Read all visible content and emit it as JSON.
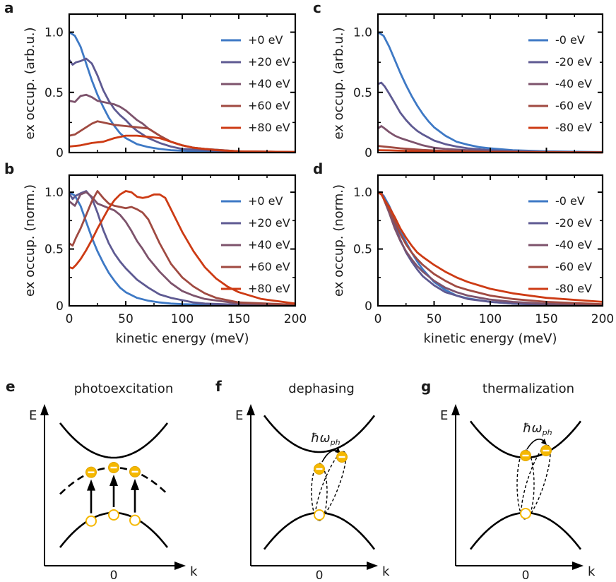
{
  "colors": {
    "s0": "#3e79c5",
    "s1": "#5e5a92",
    "s2": "#7d536c",
    "s3": "#a04a41",
    "s4": "#cd3b14",
    "electron": "#f5b800",
    "hole_stroke": "#f5b800"
  },
  "chart_data": [
    {
      "panel": "a",
      "type": "line",
      "ylabel": "ex occup. (arb.u.)",
      "xlabel": "",
      "xlim": [
        0,
        200
      ],
      "ylim": [
        0,
        1.15
      ],
      "xticks": [],
      "yticks": [
        "0",
        "0.5",
        "1.0"
      ],
      "legend_position": "top-right",
      "series": [
        {
          "name": "+0 eV",
          "x": [
            0,
            5,
            10,
            15,
            20,
            25,
            30,
            35,
            40,
            45,
            50,
            60,
            70,
            80,
            90,
            100,
            120,
            150,
            200
          ],
          "y": [
            1.0,
            0.97,
            0.88,
            0.74,
            0.6,
            0.48,
            0.38,
            0.29,
            0.22,
            0.16,
            0.12,
            0.07,
            0.045,
            0.03,
            0.02,
            0.015,
            0.01,
            0.005,
            0.002
          ]
        },
        {
          "name": "+20 eV",
          "x": [
            0,
            3,
            6,
            10,
            15,
            20,
            25,
            30,
            35,
            40,
            45,
            50,
            55,
            60,
            70,
            80,
            90,
            100,
            120,
            150,
            200
          ],
          "y": [
            0.77,
            0.73,
            0.75,
            0.76,
            0.78,
            0.74,
            0.64,
            0.52,
            0.43,
            0.36,
            0.31,
            0.27,
            0.22,
            0.18,
            0.12,
            0.08,
            0.05,
            0.03,
            0.02,
            0.01,
            0.003
          ]
        },
        {
          "name": "+40 eV",
          "x": [
            0,
            5,
            10,
            15,
            20,
            25,
            30,
            35,
            40,
            45,
            50,
            55,
            60,
            65,
            70,
            80,
            90,
            100,
            110,
            120,
            150,
            200
          ],
          "y": [
            0.43,
            0.42,
            0.47,
            0.48,
            0.46,
            0.43,
            0.42,
            0.41,
            0.4,
            0.38,
            0.35,
            0.31,
            0.27,
            0.24,
            0.2,
            0.14,
            0.09,
            0.06,
            0.04,
            0.03,
            0.01,
            0.004
          ]
        },
        {
          "name": "+60 eV",
          "x": [
            0,
            5,
            10,
            15,
            20,
            25,
            30,
            35,
            40,
            50,
            60,
            70,
            80,
            90,
            100,
            110,
            120,
            150,
            200
          ],
          "y": [
            0.14,
            0.15,
            0.18,
            0.21,
            0.24,
            0.26,
            0.25,
            0.24,
            0.23,
            0.22,
            0.21,
            0.2,
            0.14,
            0.09,
            0.06,
            0.04,
            0.03,
            0.01,
            0.004
          ]
        },
        {
          "name": "+80 eV",
          "x": [
            0,
            10,
            20,
            30,
            40,
            50,
            60,
            70,
            80,
            90,
            100,
            110,
            120,
            130,
            150,
            200
          ],
          "y": [
            0.05,
            0.06,
            0.08,
            0.09,
            0.12,
            0.14,
            0.14,
            0.13,
            0.12,
            0.09,
            0.06,
            0.04,
            0.03,
            0.02,
            0.01,
            0.005
          ]
        }
      ]
    },
    {
      "panel": "b",
      "type": "line",
      "ylabel": "ex occup. (norm.)",
      "xlabel": "kinetic energy (meV)",
      "xlim": [
        0,
        200
      ],
      "ylim": [
        0,
        1.15
      ],
      "xticks": [
        "0",
        "50",
        "100",
        "150",
        "200"
      ],
      "yticks": [
        "0",
        "0.5",
        "1.0"
      ],
      "legend_position": "top-right",
      "series": [
        {
          "name": "+0 eV",
          "x": [
            0,
            5,
            10,
            15,
            20,
            25,
            30,
            35,
            40,
            45,
            50,
            60,
            70,
            80,
            90,
            100,
            120,
            150,
            200
          ],
          "y": [
            1.0,
            0.97,
            0.88,
            0.74,
            0.6,
            0.48,
            0.38,
            0.29,
            0.22,
            0.16,
            0.12,
            0.07,
            0.045,
            0.03,
            0.02,
            0.015,
            0.01,
            0.005,
            0.002
          ]
        },
        {
          "name": "+20 eV",
          "x": [
            0,
            3,
            6,
            10,
            15,
            20,
            25,
            30,
            35,
            40,
            45,
            50,
            60,
            70,
            80,
            90,
            100,
            110,
            120,
            150,
            200
          ],
          "y": [
            0.99,
            0.94,
            0.97,
            0.99,
            1.01,
            0.95,
            0.82,
            0.67,
            0.55,
            0.46,
            0.39,
            0.33,
            0.23,
            0.16,
            0.1,
            0.07,
            0.05,
            0.03,
            0.02,
            0.01,
            0.004
          ]
        },
        {
          "name": "+40 eV",
          "x": [
            0,
            5,
            10,
            15,
            20,
            25,
            30,
            35,
            40,
            45,
            50,
            55,
            60,
            65,
            70,
            80,
            90,
            100,
            110,
            120,
            150,
            200
          ],
          "y": [
            0.92,
            0.88,
            0.98,
            1.0,
            0.96,
            0.9,
            0.88,
            0.86,
            0.84,
            0.8,
            0.74,
            0.66,
            0.57,
            0.5,
            0.42,
            0.3,
            0.2,
            0.13,
            0.09,
            0.06,
            0.02,
            0.006
          ]
        },
        {
          "name": "+60 eV",
          "x": [
            0,
            3,
            6,
            10,
            15,
            20,
            25,
            30,
            35,
            40,
            45,
            50,
            55,
            60,
            65,
            70,
            80,
            90,
            100,
            110,
            120,
            130,
            150,
            200
          ],
          "y": [
            0.55,
            0.53,
            0.6,
            0.68,
            0.8,
            0.92,
            1.01,
            0.95,
            0.9,
            0.88,
            0.87,
            0.86,
            0.87,
            0.85,
            0.82,
            0.76,
            0.55,
            0.37,
            0.25,
            0.17,
            0.11,
            0.07,
            0.03,
            0.01
          ]
        },
        {
          "name": "+80 eV",
          "x": [
            0,
            3,
            6,
            10,
            15,
            20,
            25,
            30,
            35,
            40,
            45,
            50,
            55,
            60,
            65,
            70,
            75,
            80,
            85,
            90,
            100,
            110,
            120,
            130,
            140,
            150,
            170,
            200
          ],
          "y": [
            0.34,
            0.33,
            0.36,
            0.41,
            0.49,
            0.58,
            0.68,
            0.77,
            0.86,
            0.93,
            0.98,
            1.01,
            1.0,
            0.96,
            0.95,
            0.96,
            0.98,
            0.98,
            0.95,
            0.85,
            0.65,
            0.48,
            0.34,
            0.24,
            0.17,
            0.12,
            0.06,
            0.02
          ]
        }
      ]
    },
    {
      "panel": "c",
      "type": "line",
      "ylabel": "ex occup. (arb.u.)",
      "xlabel": "",
      "xlim": [
        0,
        200
      ],
      "ylim": [
        0,
        1.15
      ],
      "xticks": [],
      "yticks": [
        "0",
        "0.5",
        "1.0"
      ],
      "legend_position": "top-right",
      "series": [
        {
          "name": "-0 eV",
          "x": [
            0,
            5,
            10,
            15,
            20,
            25,
            30,
            35,
            40,
            45,
            50,
            60,
            70,
            80,
            90,
            100,
            120,
            150,
            200
          ],
          "y": [
            1.0,
            0.97,
            0.88,
            0.77,
            0.66,
            0.56,
            0.47,
            0.39,
            0.32,
            0.26,
            0.21,
            0.14,
            0.09,
            0.065,
            0.045,
            0.035,
            0.02,
            0.01,
            0.004
          ]
        },
        {
          "name": "-20 eV",
          "x": [
            0,
            3,
            6,
            10,
            15,
            20,
            25,
            30,
            35,
            40,
            50,
            60,
            70,
            80,
            100,
            120,
            150,
            200
          ],
          "y": [
            0.57,
            0.58,
            0.55,
            0.49,
            0.41,
            0.33,
            0.27,
            0.22,
            0.18,
            0.15,
            0.1,
            0.07,
            0.05,
            0.035,
            0.02,
            0.012,
            0.006,
            0.002
          ]
        },
        {
          "name": "-40 eV",
          "x": [
            0,
            3,
            6,
            10,
            15,
            20,
            30,
            40,
            50,
            60,
            80,
            100,
            150,
            200
          ],
          "y": [
            0.2,
            0.22,
            0.2,
            0.17,
            0.14,
            0.12,
            0.09,
            0.06,
            0.04,
            0.03,
            0.02,
            0.01,
            0.005,
            0.002
          ]
        },
        {
          "name": "-60 eV",
          "x": [
            0,
            10,
            20,
            40,
            60,
            80,
            100,
            150,
            200
          ],
          "y": [
            0.055,
            0.045,
            0.035,
            0.022,
            0.014,
            0.009,
            0.006,
            0.003,
            0.001
          ]
        },
        {
          "name": "-80 eV",
          "x": [
            0,
            10,
            20,
            40,
            60,
            80,
            100,
            150,
            200
          ],
          "y": [
            0.02,
            0.018,
            0.015,
            0.01,
            0.007,
            0.005,
            0.003,
            0.002,
            0.001
          ]
        }
      ]
    },
    {
      "panel": "d",
      "type": "line",
      "ylabel": "ex occup. (norm.)",
      "xlabel": "kinetic energy (meV)",
      "xlim": [
        0,
        200
      ],
      "ylim": [
        0,
        1.15
      ],
      "xticks": [
        "0",
        "50",
        "100",
        "150",
        "200"
      ],
      "yticks": [
        "0",
        "0.5",
        "1.0"
      ],
      "legend_position": "top-right",
      "series": [
        {
          "name": "-0 eV",
          "x": [
            0,
            5,
            10,
            15,
            20,
            25,
            30,
            35,
            40,
            50,
            60,
            70,
            80,
            100,
            120,
            150,
            200
          ],
          "y": [
            1.0,
            0.97,
            0.88,
            0.77,
            0.66,
            0.56,
            0.47,
            0.39,
            0.32,
            0.21,
            0.14,
            0.09,
            0.065,
            0.035,
            0.02,
            0.01,
            0.004
          ]
        },
        {
          "name": "-20 eV",
          "x": [
            0,
            3,
            6,
            10,
            15,
            20,
            25,
            30,
            35,
            40,
            50,
            60,
            70,
            80,
            100,
            120,
            150,
            200
          ],
          "y": [
            1.0,
            0.99,
            0.93,
            0.85,
            0.71,
            0.58,
            0.47,
            0.39,
            0.32,
            0.26,
            0.18,
            0.12,
            0.09,
            0.06,
            0.035,
            0.02,
            0.01,
            0.004
          ]
        },
        {
          "name": "-40 eV",
          "x": [
            0,
            3,
            6,
            10,
            15,
            20,
            25,
            30,
            35,
            40,
            50,
            60,
            70,
            80,
            100,
            120,
            150,
            200
          ],
          "y": [
            1.0,
            1.0,
            0.92,
            0.82,
            0.68,
            0.57,
            0.48,
            0.41,
            0.35,
            0.3,
            0.22,
            0.16,
            0.12,
            0.09,
            0.055,
            0.035,
            0.018,
            0.006
          ]
        },
        {
          "name": "-60 eV",
          "x": [
            0,
            3,
            6,
            10,
            15,
            20,
            25,
            30,
            35,
            40,
            50,
            60,
            70,
            80,
            100,
            120,
            150,
            200
          ],
          "y": [
            1.0,
            0.99,
            0.92,
            0.85,
            0.74,
            0.63,
            0.54,
            0.47,
            0.41,
            0.36,
            0.28,
            0.22,
            0.17,
            0.14,
            0.09,
            0.06,
            0.035,
            0.015
          ]
        },
        {
          "name": "-80 eV",
          "x": [
            0,
            3,
            6,
            10,
            15,
            20,
            25,
            30,
            35,
            40,
            50,
            60,
            70,
            80,
            100,
            120,
            150,
            200
          ],
          "y": [
            1.0,
            0.98,
            0.93,
            0.87,
            0.78,
            0.68,
            0.6,
            0.53,
            0.47,
            0.43,
            0.36,
            0.3,
            0.25,
            0.21,
            0.15,
            0.11,
            0.07,
            0.035
          ]
        }
      ]
    }
  ],
  "schematics": [
    {
      "panel": "e",
      "title": "photoexcitation",
      "y_axis": "E",
      "x_axis": "k",
      "origin": "0"
    },
    {
      "panel": "f",
      "title": "dephasing",
      "y_axis": "E",
      "x_axis": "k",
      "origin": "0",
      "annotation_main": "ħω",
      "annotation_sub": "ph"
    },
    {
      "panel": "g",
      "title": "thermalization",
      "y_axis": "E",
      "x_axis": "k",
      "origin": "",
      "annotation_main": "ħω",
      "annotation_sub": "ph"
    }
  ]
}
